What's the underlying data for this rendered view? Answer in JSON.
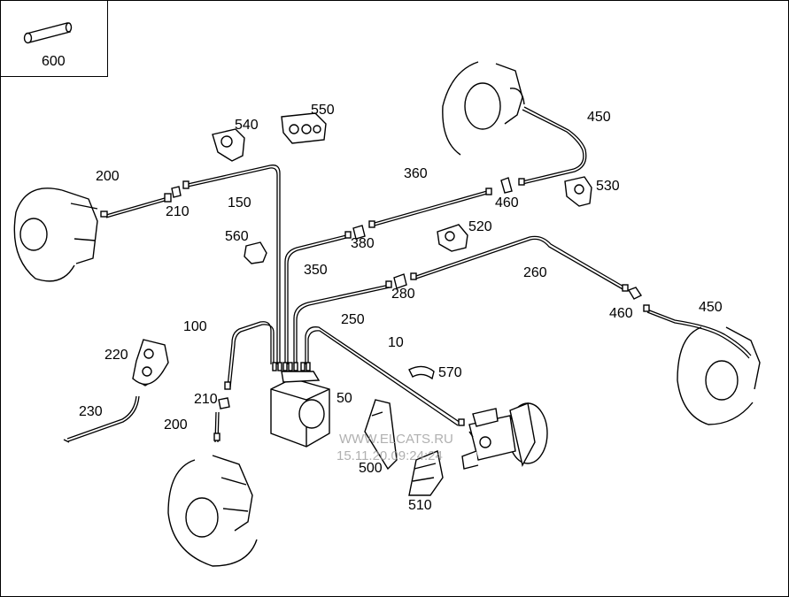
{
  "parts": {
    "p600": "600",
    "p540": "540",
    "p550": "550",
    "p450a": "450",
    "p200a": "200",
    "p210a": "210",
    "p150": "150",
    "p360": "360",
    "p460a": "460",
    "p530": "530",
    "p560": "560",
    "p380": "380",
    "p520": "520",
    "p350": "350",
    "p280": "280",
    "p260": "260",
    "p250": "250",
    "p460b": "460",
    "p450b": "450",
    "p100": "100",
    "p10": "10",
    "p220": "220",
    "p570": "570",
    "p50": "50",
    "p210b": "210",
    "p230": "230",
    "p200b": "200",
    "p500": "500",
    "p510": "510"
  },
  "watermark": {
    "line1": "WWW.ELCATS.RU",
    "line2": "15.11.20.09:24:24"
  }
}
